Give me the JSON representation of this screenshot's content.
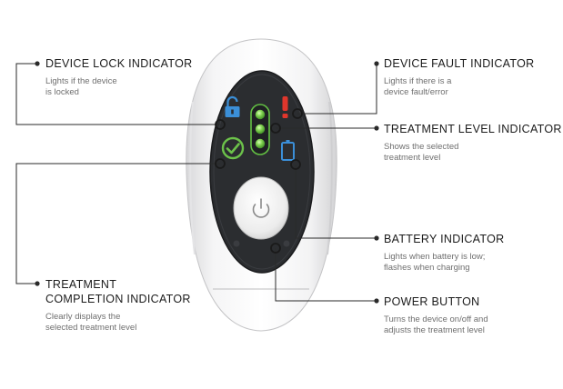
{
  "labels": {
    "device_lock": {
      "title": "DEVICE LOCK INDICATOR",
      "desc": [
        "Lights if the device",
        "is locked"
      ]
    },
    "device_fault": {
      "title": "DEVICE FAULT INDICATOR",
      "desc": [
        "Lights if there is a",
        "device fault/error"
      ]
    },
    "treatment_level": {
      "title": "TREATMENT LEVEL INDICATOR",
      "desc": [
        "Shows the selected",
        "treatment level"
      ]
    },
    "treatment_completion": {
      "title": [
        "TREATMENT",
        "COMPLETION INDICATOR"
      ],
      "desc": [
        "Clearly displays the",
        "selected treatment level"
      ]
    },
    "battery": {
      "title": "BATTERY INDICATOR",
      "desc": [
        "Lights when battery is low;",
        "flashes when charging"
      ]
    },
    "power_button": {
      "title": "POWER BUTTON",
      "desc": [
        "Turns the device on/off and",
        "adjusts the treatment level"
      ]
    }
  },
  "colors": {
    "lock_icon": "#3b8fd8",
    "fault_icon": "#e0362c",
    "level_led": "#6cc24a",
    "battery_icon": "#3b8fd8",
    "check_icon": "#6cc24a",
    "panel": "#2b2d30",
    "leader_line": "#2a2a2a"
  },
  "icons": {
    "lock": "lock-icon",
    "fault": "exclamation-icon",
    "battery": "battery-icon",
    "check": "checkmark-icon",
    "power": "power-icon"
  }
}
